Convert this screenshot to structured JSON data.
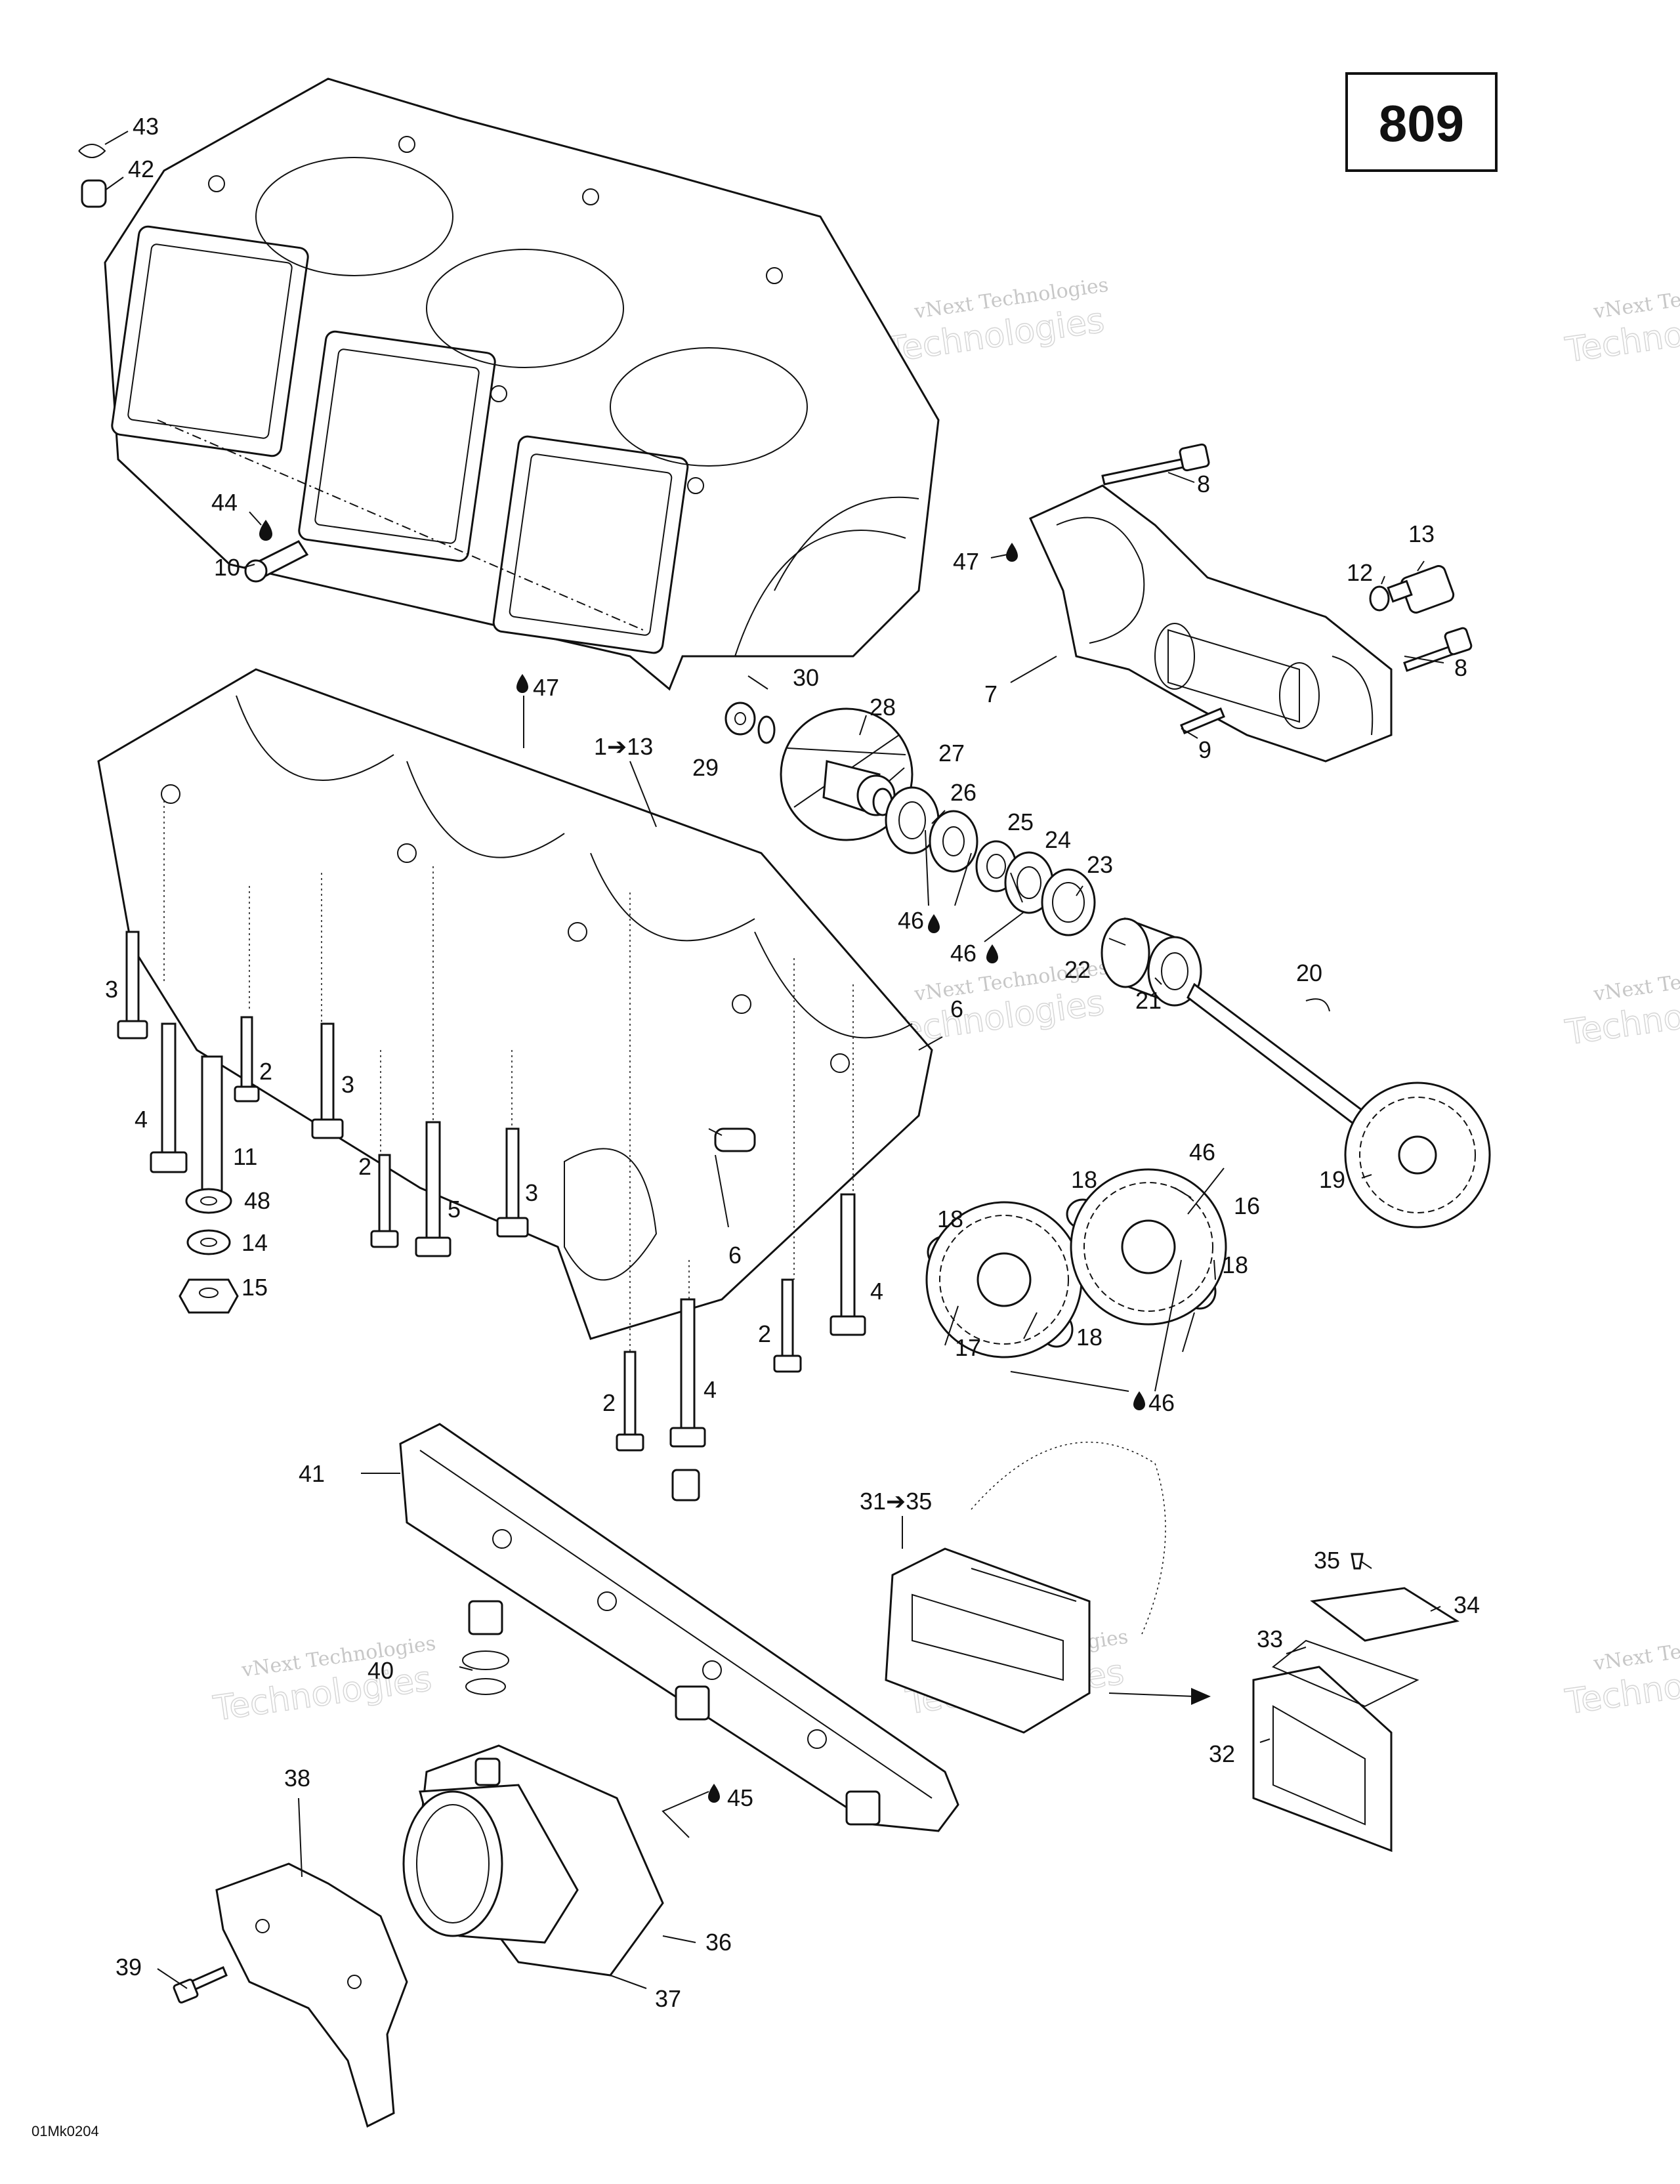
{
  "page_number": "809",
  "drawing_code": "01Mk0204",
  "watermark": {
    "line1": "vNext Technologies",
    "line2": "Technologies"
  },
  "callouts": {
    "c43": "43",
    "c42": "42",
    "c44": "44",
    "c10": "10",
    "c8a": "8",
    "c47a": "47",
    "c13": "13",
    "c12": "12",
    "c8b": "8",
    "c7": "7",
    "c9": "9",
    "c47b": "47",
    "c1_13": "1➔13",
    "c30": "30",
    "c28": "28",
    "c29": "29",
    "c27": "27",
    "c26": "26",
    "c25": "25",
    "c24": "24",
    "c23": "23",
    "c46a": "46",
    "c46b": "46",
    "c22": "22",
    "c21": "21",
    "c20": "20",
    "c3a": "3",
    "c2a": "2",
    "c3b": "3",
    "c4a": "4",
    "c11": "11",
    "c48": "48",
    "c14": "14",
    "c15": "15",
    "c6a": "6",
    "c2b": "2",
    "c5": "5",
    "c3c": "3",
    "c6b": "6",
    "c19": "19",
    "c46c": "46",
    "c18a": "18",
    "c16": "16",
    "c18b": "18",
    "c18c": "18",
    "c17": "17",
    "c18d": "18",
    "c46d": "46",
    "c4b": "4",
    "c2c": "2",
    "c2d": "2",
    "c4c": "4",
    "c41": "41",
    "c31_35": "31➔35",
    "c35": "35",
    "c34": "34",
    "c33": "33",
    "c32": "32",
    "c40": "40",
    "c45": "45",
    "c38": "38",
    "c39": "39",
    "c36": "36",
    "c37": "37"
  }
}
